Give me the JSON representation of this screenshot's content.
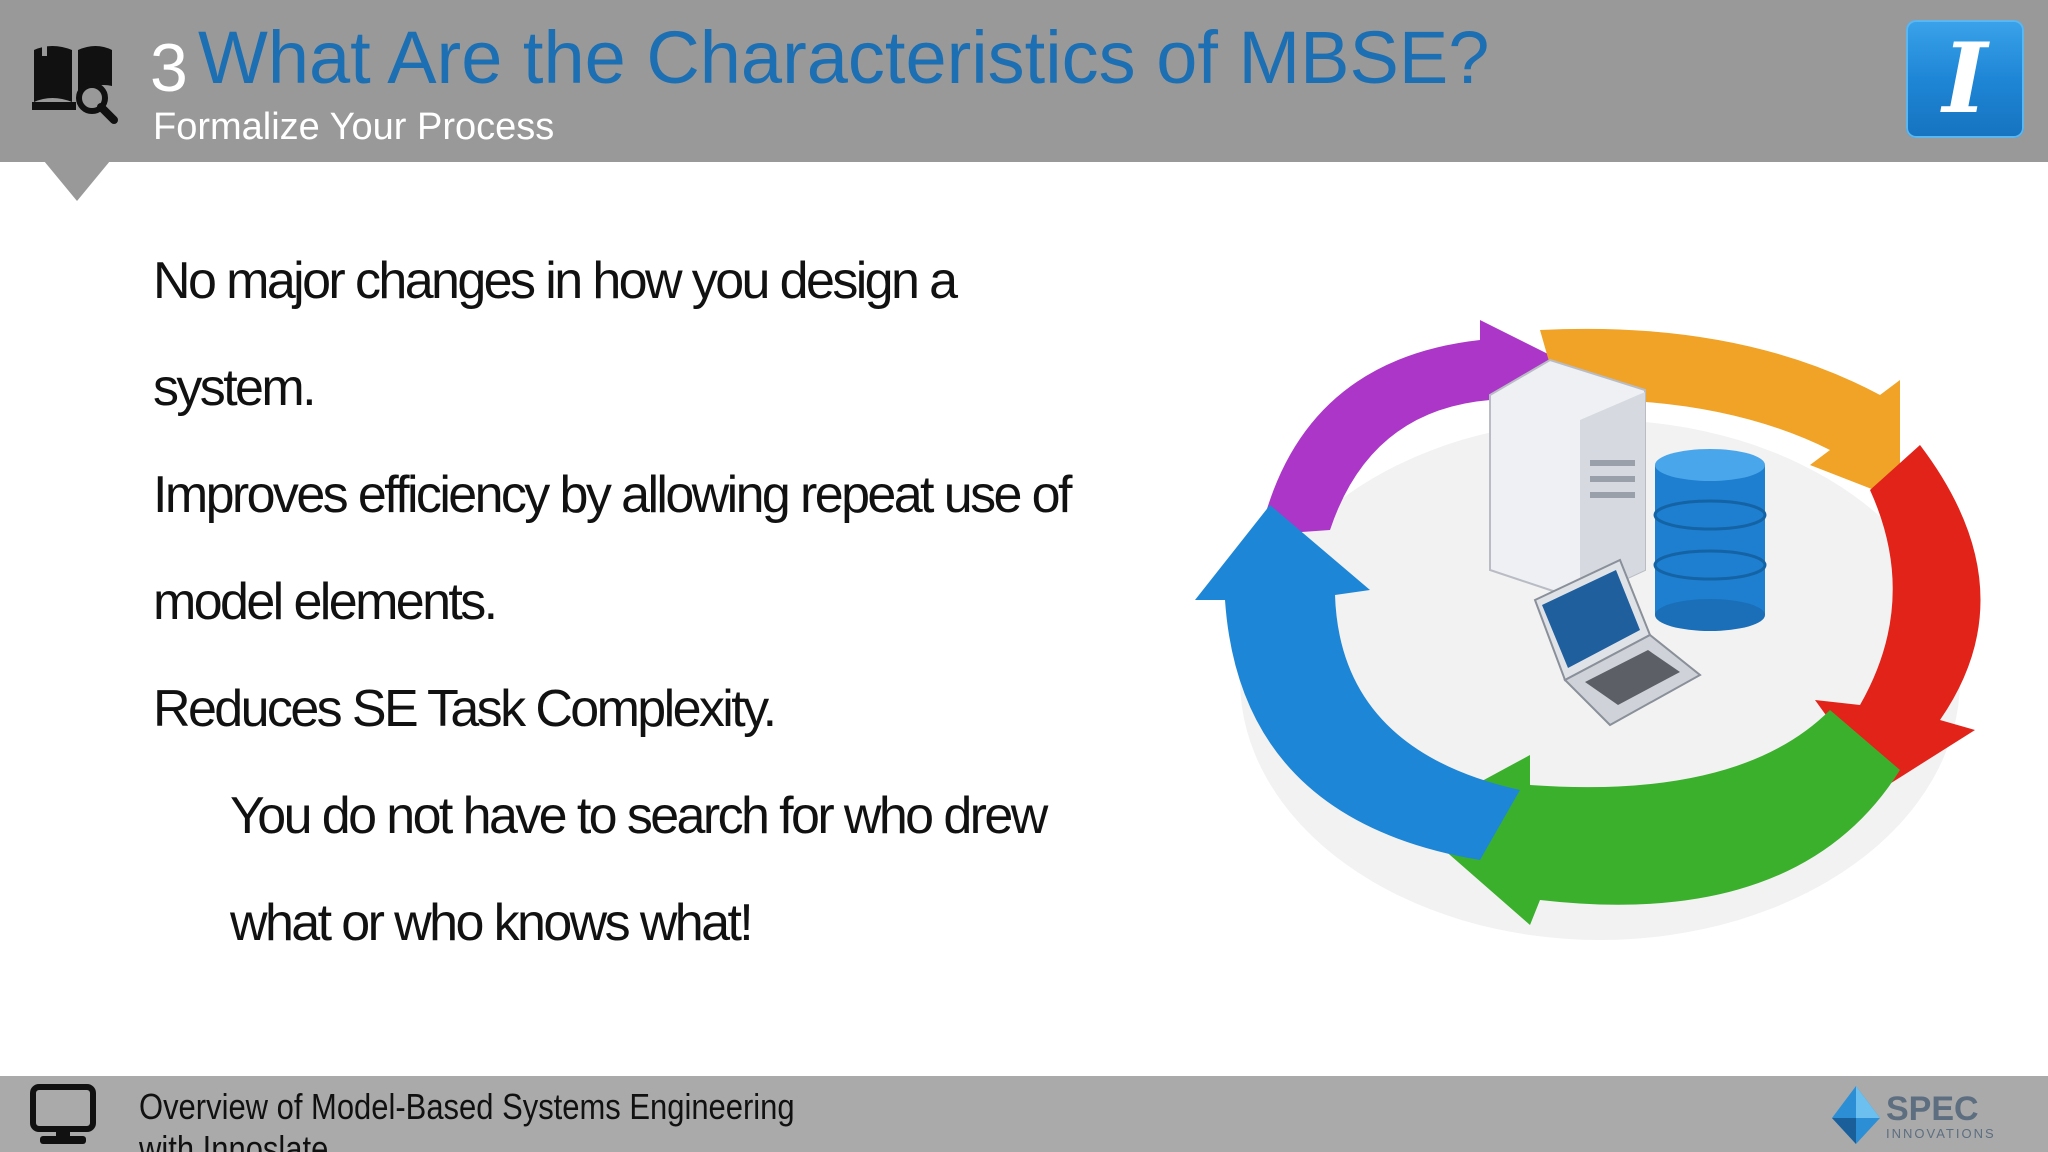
{
  "header": {
    "section_number": "3",
    "title": "What Are the Characteristics of MBSE?",
    "subtitle": "Formalize Your Process",
    "icons": [
      "book-search-icon",
      "app-logo-icon"
    ],
    "colors": {
      "bar": "#999999",
      "title": "#1c6fb2"
    }
  },
  "app_logo": {
    "glyph": "I"
  },
  "body": {
    "lines": [
      "No major changes in how you design a",
      "system.",
      "Improves efficiency by allowing repeat use of",
      "model elements.",
      "Reduces SE Task Complexity.",
      "You do not have to search for who drew",
      "what or who knows what!"
    ]
  },
  "graphic": {
    "icon": "process-cycle-icon",
    "arrow_colors": [
      "#ab36c8",
      "#f0a326",
      "#e2231a",
      "#3bb02c",
      "#1e86d6"
    ]
  },
  "footer": {
    "text": "Overview of Model-Based Systems Engineering with Innoslate",
    "logo": {
      "name": "SPEC",
      "tagline": "INNOVATIONS"
    },
    "icons": [
      "monitor-icon"
    ]
  }
}
